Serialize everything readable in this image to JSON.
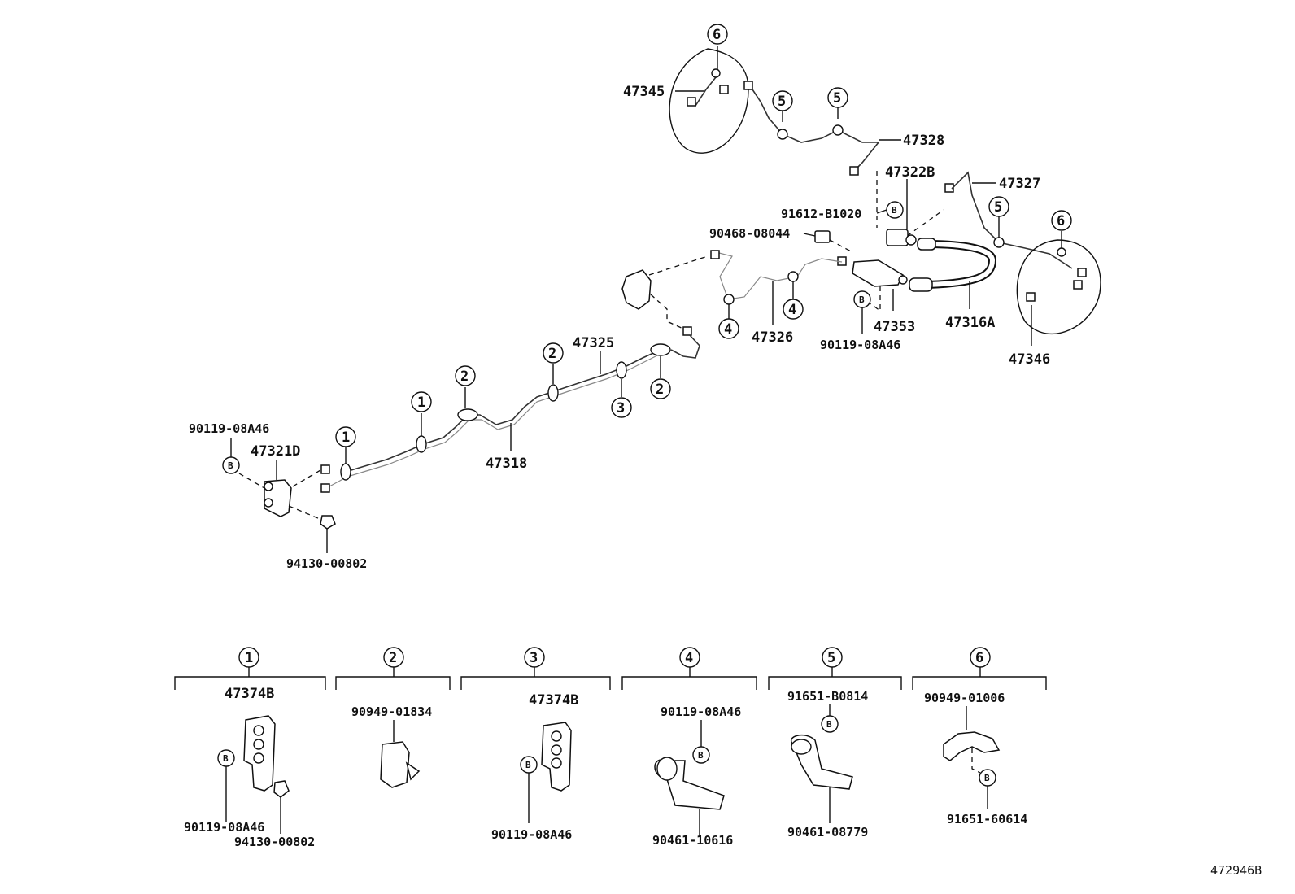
{
  "parts": {
    "p47345": "47345",
    "p47328": "47328",
    "p47322B": "47322B",
    "p47327": "47327",
    "p91612": "91612-B1020",
    "p90468": "90468-08044",
    "p47326": "47326",
    "p47353": "47353",
    "p47316A": "47316A",
    "p47346": "47346",
    "p90119_top": "90119-08A46",
    "p47325": "47325",
    "p47318": "47318",
    "p90119_left": "90119-08A46",
    "p47321D": "47321D",
    "p94130_left": "94130-00802"
  },
  "callouts": {
    "c1": "1",
    "c2": "2",
    "c3": "3",
    "c4": "4",
    "c5": "5",
    "c6": "6",
    "b": "B"
  },
  "groups": [
    {
      "num": "1",
      "top": "47374B",
      "a": "90119-08A46",
      "b": "94130-00802"
    },
    {
      "num": "2",
      "top": "90949-01834"
    },
    {
      "num": "3",
      "top": "47374B",
      "a": "90119-08A46"
    },
    {
      "num": "4",
      "top": "90119-08A46",
      "a": "90461-10616"
    },
    {
      "num": "5",
      "top": "91651-B0814",
      "a": "90461-08779"
    },
    {
      "num": "6",
      "top": "90949-01006",
      "a": "91651-60614"
    }
  ],
  "figure_ref": "472946B"
}
